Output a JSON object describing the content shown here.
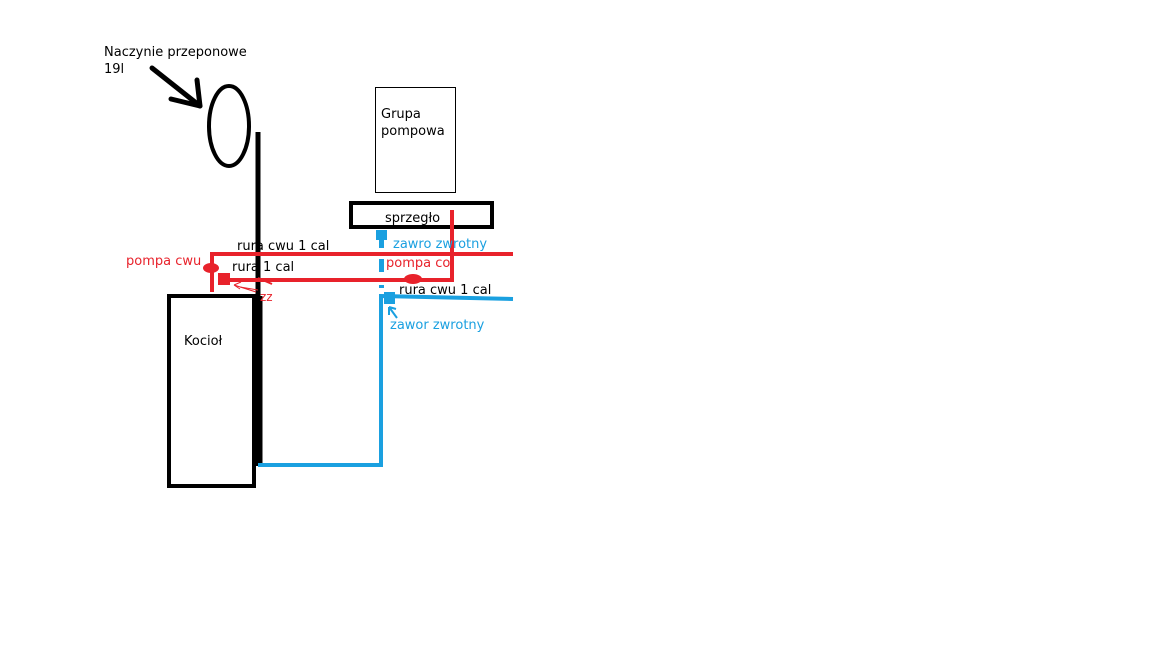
{
  "colors": {
    "red": "#e8222b",
    "blue": "#1aa0e0",
    "black": "#000000"
  },
  "labels": {
    "expansion_vessel_line1": "Naczynie przeponowe",
    "expansion_vessel_line2": "19l",
    "pump_group_line1": "Grupa",
    "pump_group_line2": "pompowa",
    "coupler": "sprzegło",
    "boiler": "Kocioł",
    "pipe_cwu_top": "rura cwu 1 cal",
    "pipe_1cal": "rura 1 cal",
    "pump_cwu": "pompa cwu",
    "pump_co": "pompa co",
    "check_valve_top": "zawro zwrotny",
    "pipe_cwu_right": "rura cwu 1 cal",
    "check_valve_bottom": "zawor zwrotny",
    "zz": "zz"
  }
}
